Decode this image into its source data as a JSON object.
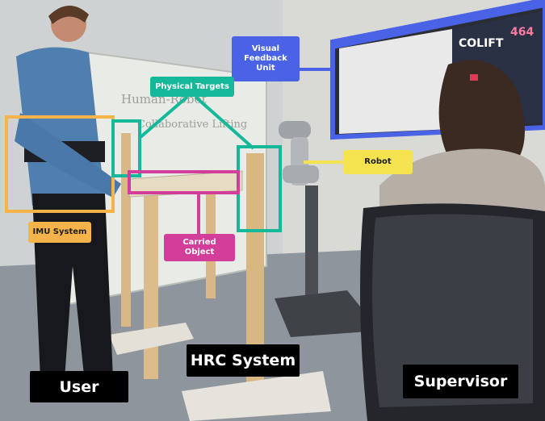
{
  "labels": {
    "visual_feedback": "Visual\nFeedback\nUnit",
    "physical_targets": "Physical Targets",
    "robot": "Robot",
    "imu_system": "IMU System",
    "carried_object": "Carried\nObject",
    "hrc_system": "HRC System",
    "user": "User",
    "supervisor": "Supervisor"
  },
  "screen": {
    "title": "COLIFT",
    "score": "464"
  },
  "whiteboard": {
    "line1": "Human-Robot",
    "line2": "Collaborative Lifting"
  },
  "colors": {
    "visual_feedback": "#4a62e6",
    "physical_targets": "#16b89a",
    "robot": "#f4e24f",
    "imu_system": "#f5b349",
    "carried_object": "#d23e99",
    "system_labels": "#000000"
  }
}
